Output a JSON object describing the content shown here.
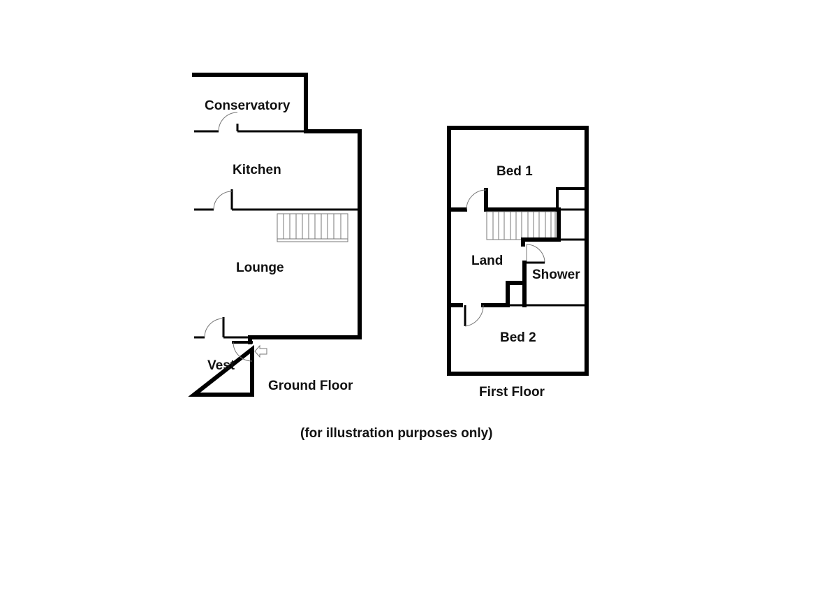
{
  "ground_floor": {
    "title": "Ground Floor",
    "rooms": [
      "Conservatory",
      "Kitchen",
      "Lounge",
      "Vest"
    ]
  },
  "first_floor": {
    "title": "First Floor",
    "rooms": [
      "Bed 1",
      "Land",
      "Shower",
      "Bed 2"
    ]
  },
  "disclaimer": "(for illustration purposes only)"
}
